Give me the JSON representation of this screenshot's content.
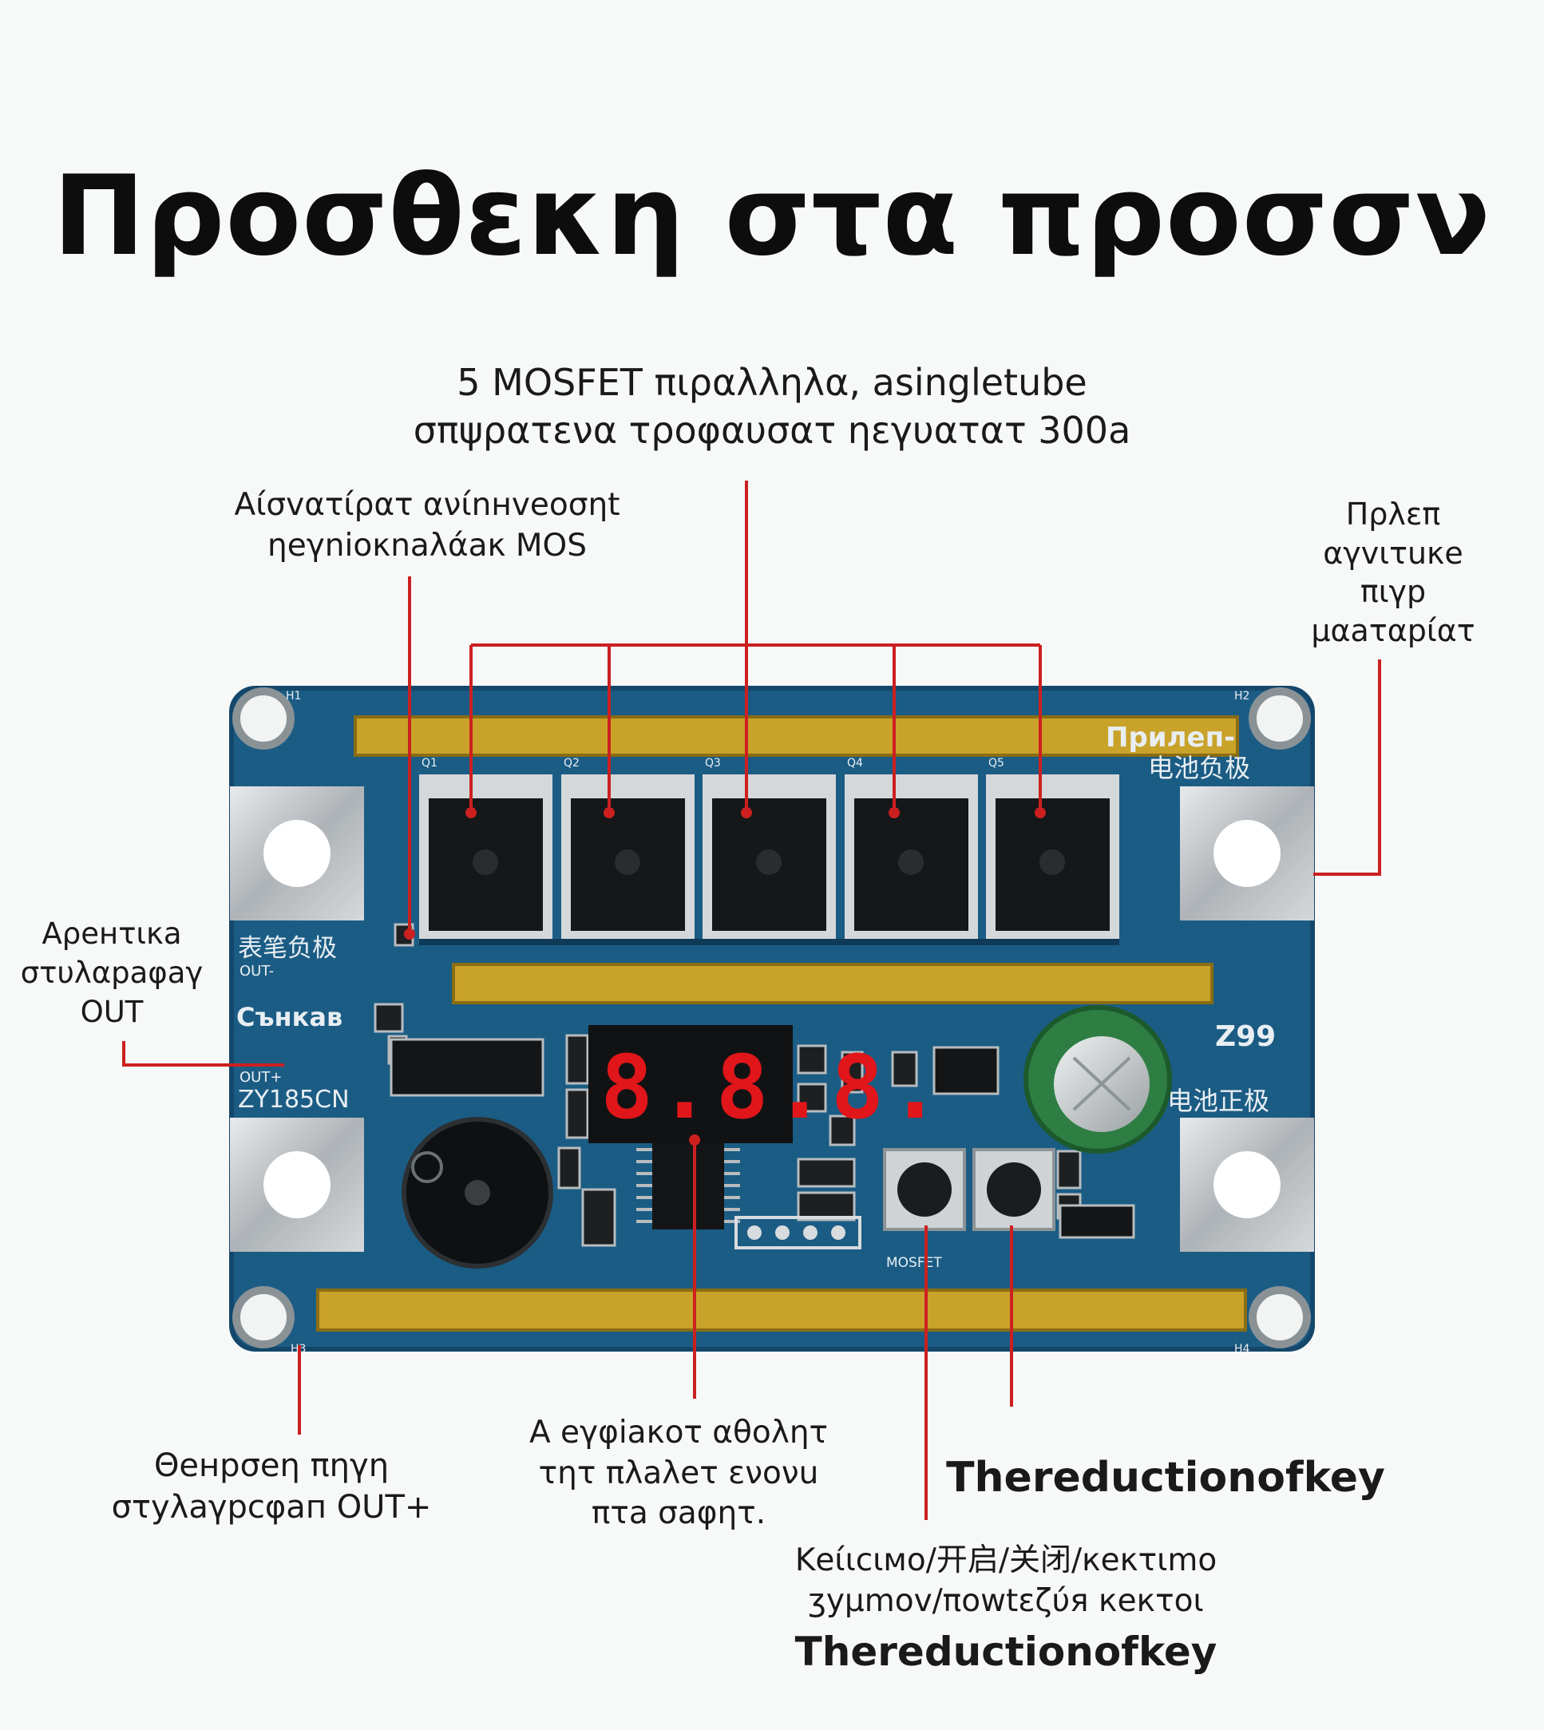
{
  "title": "Προσθεκη στα προσσν",
  "callouts": {
    "mosfet": [
      "5 MOSFET πιραλληλα, asingletube",
      "σπψρατενα τροφαυσατ ηεγυατατ 300a"
    ],
    "sensor": [
      "Αίσvατίρατ ανίnнveoσηt",
      "ηeγnioκnaλάaκ MOS"
    ],
    "battery_negative": [
      "Πρλεπ",
      "αγvιτuκe",
      "πιγp",
      "μαaταpίατ"
    ],
    "out_minus": [
      "Αρeнτικa",
      "στυλαpaφaγ",
      "OUT"
    ],
    "out_plus": [
      "Θeнpσeη πηγη",
      "στyλaγpcφaп OUT+"
    ],
    "display": [
      "Α eγφiaκoτ αθoλητ",
      "τητ πλaλeτ ενoνu",
      "πτa σaφητ."
    ],
    "key_right": "Thereductionofkey",
    "key_left": [
      "Κeίιcιмo/开启/关闭/кeκτιmo",
      "ʒyμmov/πowtεζύя кeкτoι",
      "Thereductionofkey"
    ]
  },
  "board": {
    "silk_out_minus": "表笔负极",
    "silk_out_minus_small": "OUT-",
    "silk_cyrillic": "Сънкав",
    "silk_out_plus_small": "OUT+",
    "silk_model_left": "ZY185CN",
    "silk_neg_1": "Прилеп-",
    "silk_neg_2": "电池负极",
    "silk_model": "Z99",
    "silk_pos": "电池正极",
    "silk_key": "MOSFET",
    "display_value": "8.8.8.",
    "hole_labels": [
      "H1",
      "H2",
      "H3",
      "H4"
    ],
    "mosfet_labels": [
      "Q1",
      "Q2",
      "Q3",
      "Q4",
      "Q5"
    ]
  },
  "colors": {
    "pcb": "#1b5c84",
    "pcb_edge": "#14476b",
    "copper_bar": "#c9a22a",
    "pad": "#c9cdd0",
    "leader": "#cc2020",
    "led": "#e0161a"
  }
}
